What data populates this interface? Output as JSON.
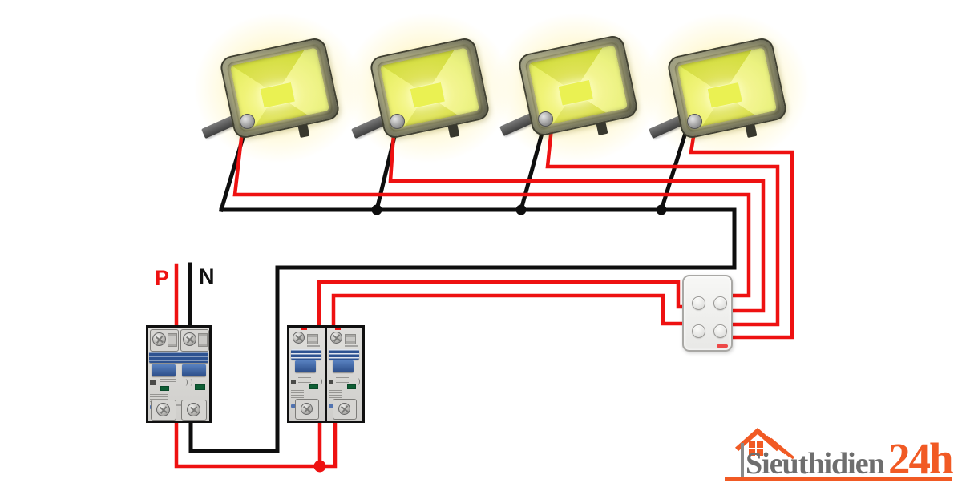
{
  "labels": {
    "phase": "P",
    "neutral": "N"
  },
  "logo": {
    "name": "Sieuthidien",
    "suffix": "24h"
  },
  "colors": {
    "live": "#ee1111",
    "neutral": "#0e0e0e",
    "glow": "#fff0a0",
    "lamp_face": "#eef162",
    "toggle_blue": "#2d5291",
    "breaker_body": "#d9d8d5",
    "panel_body": "#f2f2f0",
    "logo_orange": "#f15a24",
    "logo_gray": "#6e6e6e"
  },
  "components": {
    "floodlight_count": 4,
    "switch_button_count": 4,
    "main_breaker_poles": 2,
    "branch_breaker_count": 2
  },
  "icons": {
    "floodlight": "led-floodlight",
    "screw": "screw-terminal-icon",
    "house": "house-icon",
    "junction": "junction-dot"
  }
}
